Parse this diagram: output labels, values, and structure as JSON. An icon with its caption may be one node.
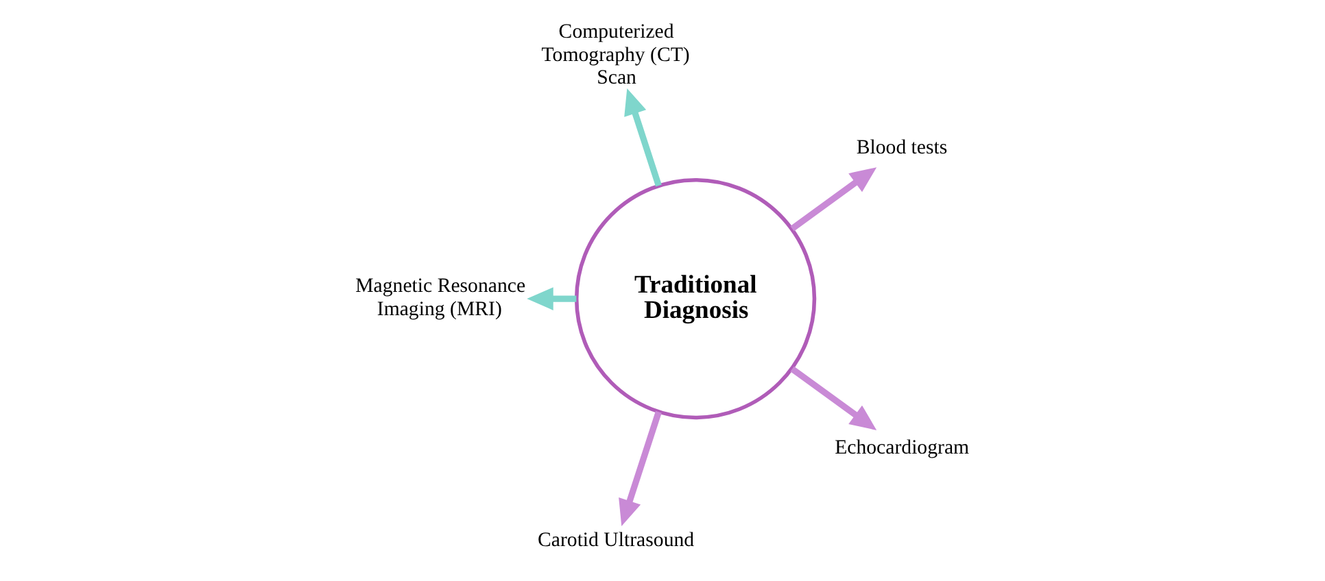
{
  "diagram": {
    "nodes": [
      {
        "text": [
          "Traditional Diagnosis"
        ]
      },
      {
        "text": [
          "Blood tests"
        ]
      },
      {
        "text": [
          "Computerized Tomography (CT) Scan"
        ]
      },
      {
        "text": [
          "Magnetic Resonance Imaging (MRI)"
        ]
      },
      {
        "text": [
          "Carotid Ultrasound"
        ]
      },
      {
        "text": [
          "Echocardiogram"
        ]
      }
    ],
    "edges": [
      {
        "from": 0,
        "to": 1,
        "arrow": "to"
      },
      {
        "from": 0,
        "to": 2,
        "arrow": "to",
        "color": "#7fd6cc"
      },
      {
        "from": 0,
        "to": 3,
        "arrow": "to",
        "color": "#7fd6cc"
      },
      {
        "from": 0,
        "to": 4,
        "arrow": "to"
      },
      {
        "from": 0,
        "to": 5,
        "arrow": "to"
      }
    ]
  }
}
